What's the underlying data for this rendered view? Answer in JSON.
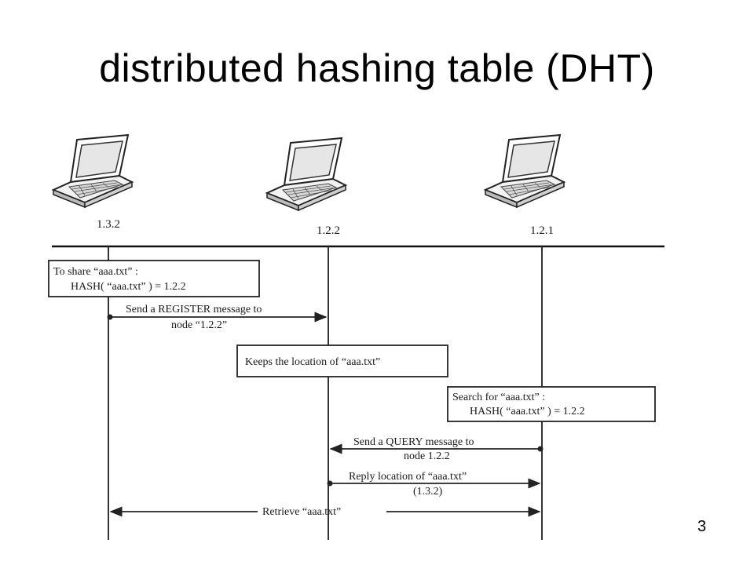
{
  "title": "distributed hashing table (DHT)",
  "page_number": "3",
  "nodes": [
    {
      "label": "1.3.2"
    },
    {
      "label": "1.2.2"
    },
    {
      "label": "1.2.1"
    }
  ],
  "boxes": {
    "share": {
      "line1": "To share  “aaa.txt”  :",
      "line2": "HASH(  “aaa.txt”  ) = 1.2.2"
    },
    "keeps": {
      "line1": "Keeps the location of  “aaa.txt”"
    },
    "search": {
      "line1": "Search for  “aaa.txt”  :",
      "line2": "HASH(  “aaa.txt”  ) = 1.2.2"
    }
  },
  "messages": {
    "register": {
      "line1": "Send a REGISTER message to",
      "line2": "node   “1.2.2”"
    },
    "query": {
      "line1": "Send a QUERY message to",
      "line2": "node 1.2.2"
    },
    "reply": {
      "line1": "Reply location of  “aaa.txt”",
      "line2": "(1.3.2)"
    },
    "retrieve": {
      "line1": "Retrieve  “aaa.txt”"
    }
  }
}
